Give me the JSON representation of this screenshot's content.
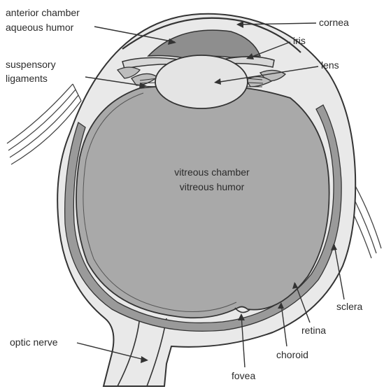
{
  "labels": {
    "anterior_chamber": "anterior chamber",
    "aqueous_humor": "aqueous humor",
    "suspensory": "suspensory",
    "ligaments": "ligaments",
    "cornea": "cornea",
    "iris": "iris",
    "lens": "lens",
    "vitreous_chamber": "vitreous chamber",
    "vitreous_humor": "vitreous humor",
    "sclera": "sclera",
    "retina": "retina",
    "choroid": "choroid",
    "fovea": "fovea",
    "optic_nerve": "optic nerve"
  },
  "colors": {
    "outline": "#333333",
    "vitreous_fill": "#a9a9a9",
    "anterior_fill": "#8e8e8e",
    "lens_fill": "#e4e4e4",
    "sclera_fill": "#e9e9e9",
    "choroid_fill": "#9a9a9a"
  }
}
